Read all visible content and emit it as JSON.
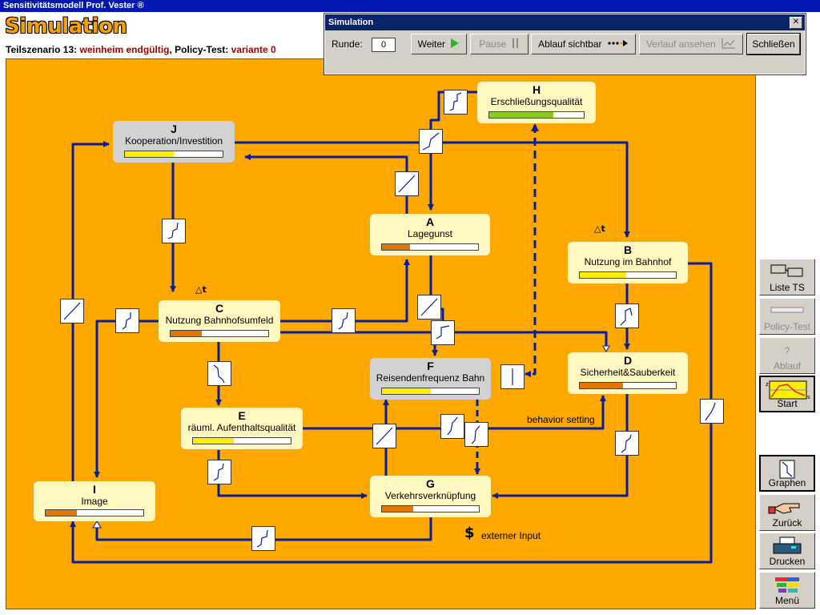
{
  "window": {
    "title": "Sensitivitätsmodell Prof. Vester ®"
  },
  "header": {
    "title": "Simulation",
    "scenario_prefix": "Teilszenario 13: ",
    "scenario_name": "weinheim endgültig",
    "policy_prefix": ", Policy-Test: ",
    "policy_name": "variante 0"
  },
  "dialog": {
    "title": "Simulation",
    "close_glyph": "✕",
    "runde_label": "Runde:",
    "runde_value": "0",
    "buttons": {
      "weiter": "Weiter",
      "pause": "Pause",
      "ablauf_sichtbar": "Ablauf sichtbar",
      "verlauf_ansehen": "Verlauf ansehen",
      "schliessen": "Schließen"
    }
  },
  "colors": {
    "canvas": "#ffa800",
    "node_bg": "#fff8c0",
    "node_grey": "#d2d2d2",
    "arrow": "#0b1c9c",
    "bar_orange": "#e07800",
    "bar_yellow": "#ffee00",
    "bar_green": "#88cc22"
  },
  "nodes": {
    "A": {
      "letter": "A",
      "label": "Lagegunst",
      "level": 0.29,
      "color": "#e07800"
    },
    "B": {
      "letter": "B",
      "label": "Nutzung im Bahnhof",
      "level": 0.48,
      "color": "#ffee00"
    },
    "C": {
      "letter": "C",
      "label": "Nutzung Bahnhofsumfeld",
      "level": 0.32,
      "color": "#e07800"
    },
    "D": {
      "letter": "D",
      "label": "Sicherheit&Sauberkeit",
      "level": 0.45,
      "color": "#e07800"
    },
    "E": {
      "letter": "E",
      "label": "räuml. Aufenthaltsqualität",
      "level": 0.42,
      "color": "#ffee00"
    },
    "F": {
      "letter": "F",
      "label": "Reisendenfrequenz Bahn",
      "level": 0.5,
      "color": "#ffee00"
    },
    "G": {
      "letter": "G",
      "label": "Verkehrsverknüpfung",
      "level": 0.32,
      "color": "#e07800"
    },
    "H": {
      "letter": "H",
      "label": "Erschließungsqualität",
      "level": 0.68,
      "color": "#88cc22"
    },
    "I": {
      "letter": "I",
      "label": "Image",
      "level": 0.32,
      "color": "#e07800"
    },
    "J": {
      "letter": "J",
      "label": "Kooperation/Investition",
      "level": 0.5,
      "color": "#ffee00"
    }
  },
  "annotations": {
    "delta": "△t",
    "behavior": "behavior setting",
    "dollar": "$",
    "externer": "externer Input"
  },
  "toolbar": {
    "liste_ts": "Liste TS",
    "policy_test": "Policy-Test",
    "ablauf": "Ablauf",
    "ablauf_icon": "?",
    "start": "Start",
    "graphen": "Graphen",
    "zurueck": "Zurück",
    "drucken": "Drucken",
    "menu": "Menü"
  }
}
